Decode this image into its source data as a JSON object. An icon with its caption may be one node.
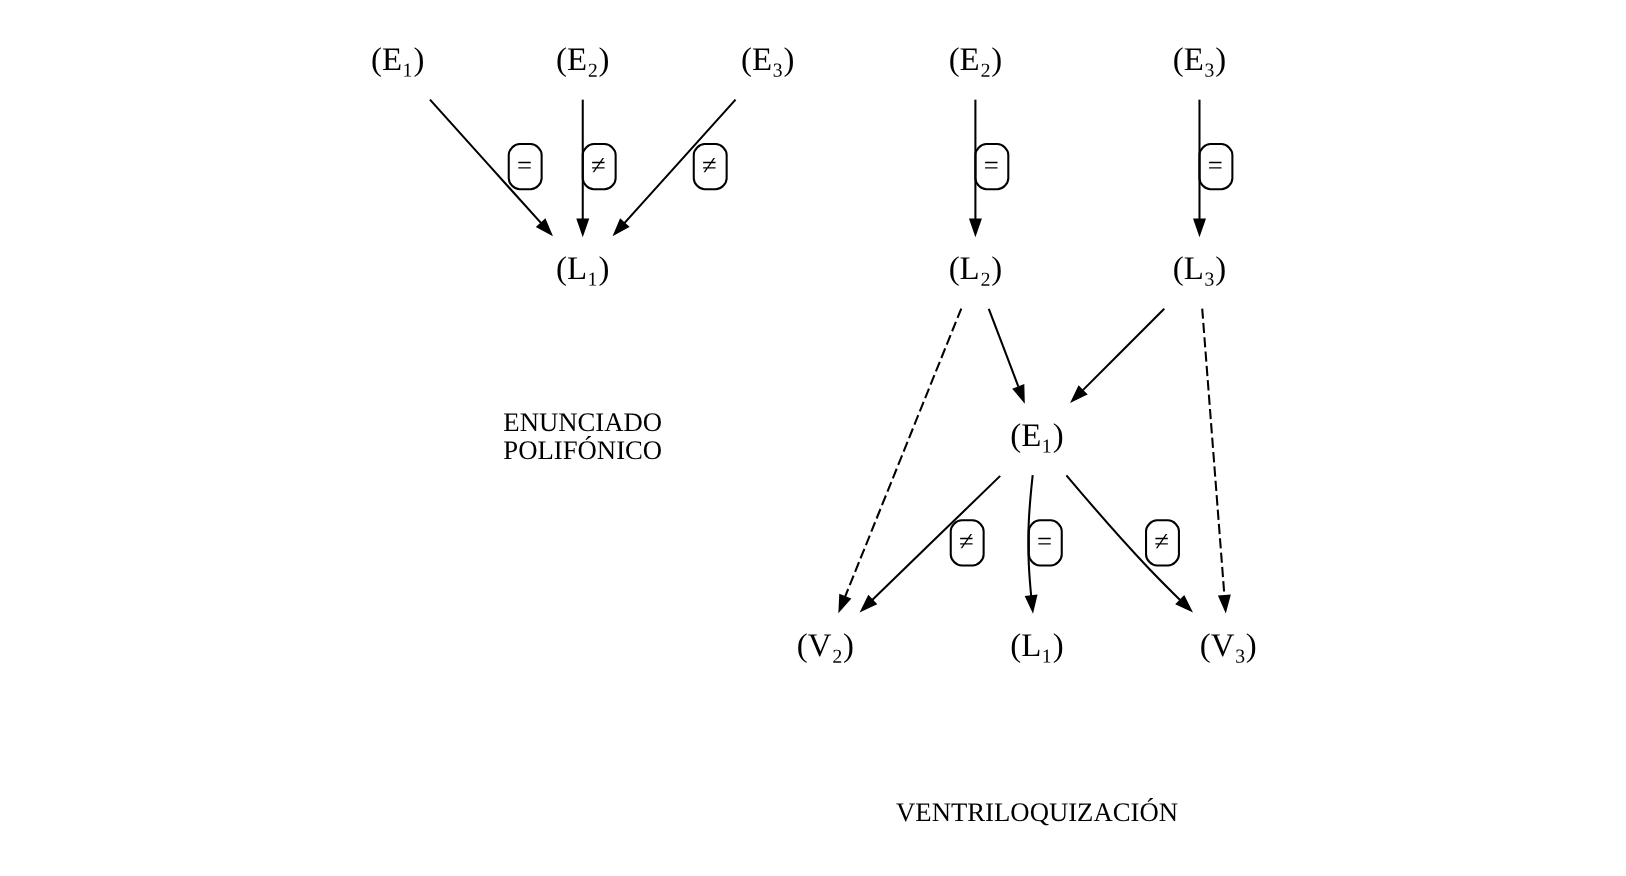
{
  "diagram": {
    "nodes": [
      {
        "text": [
          "(E₁)"
        ]
      },
      {
        "text": [
          "(E₂)"
        ]
      },
      {
        "text": [
          "(E₃)"
        ]
      },
      {
        "text": [
          "(L₁)"
        ]
      },
      {
        "text": [
          "(E₂)"
        ]
      },
      {
        "text": [
          "(E₃)"
        ]
      },
      {
        "text": [
          "(L₂)"
        ]
      },
      {
        "text": [
          "(L₃)"
        ]
      },
      {
        "text": [
          "(E₁)"
        ]
      },
      {
        "text": [
          "(L₁)"
        ]
      },
      {
        "text": [
          "(V₂)"
        ]
      },
      {
        "text": [
          "(V₃)"
        ]
      }
    ],
    "edges": [
      {
        "from": 0,
        "to": 3,
        "arrow": "to",
        "label": "="
      },
      {
        "from": 1,
        "to": 3,
        "arrow": "to",
        "label": "≠"
      },
      {
        "from": 2,
        "to": 3,
        "arrow": "to",
        "label": "≠"
      },
      {
        "from": 4,
        "to": 6,
        "arrow": "to",
        "label": "="
      },
      {
        "from": 5,
        "to": 7,
        "arrow": "to",
        "label": "="
      },
      {
        "from": 6,
        "to": 8,
        "arrow": "to"
      },
      {
        "from": 7,
        "to": 8,
        "arrow": "to"
      },
      {
        "from": 6,
        "to": 10,
        "arrow": "to",
        "style": "dashed"
      },
      {
        "from": 7,
        "to": 11,
        "arrow": "to",
        "style": "dashed"
      },
      {
        "from": 8,
        "to": 9,
        "arrow": "to",
        "label": "="
      },
      {
        "from": 8,
        "to": 10,
        "arrow": "to",
        "label": "≠"
      },
      {
        "from": 8,
        "to": 11,
        "arrow": "to",
        "label": "≠"
      }
    ],
    "labels": [
      "ENUNCIADO POLIFÓNICO",
      "VENTRILOQUIZACIÓN"
    ]
  }
}
